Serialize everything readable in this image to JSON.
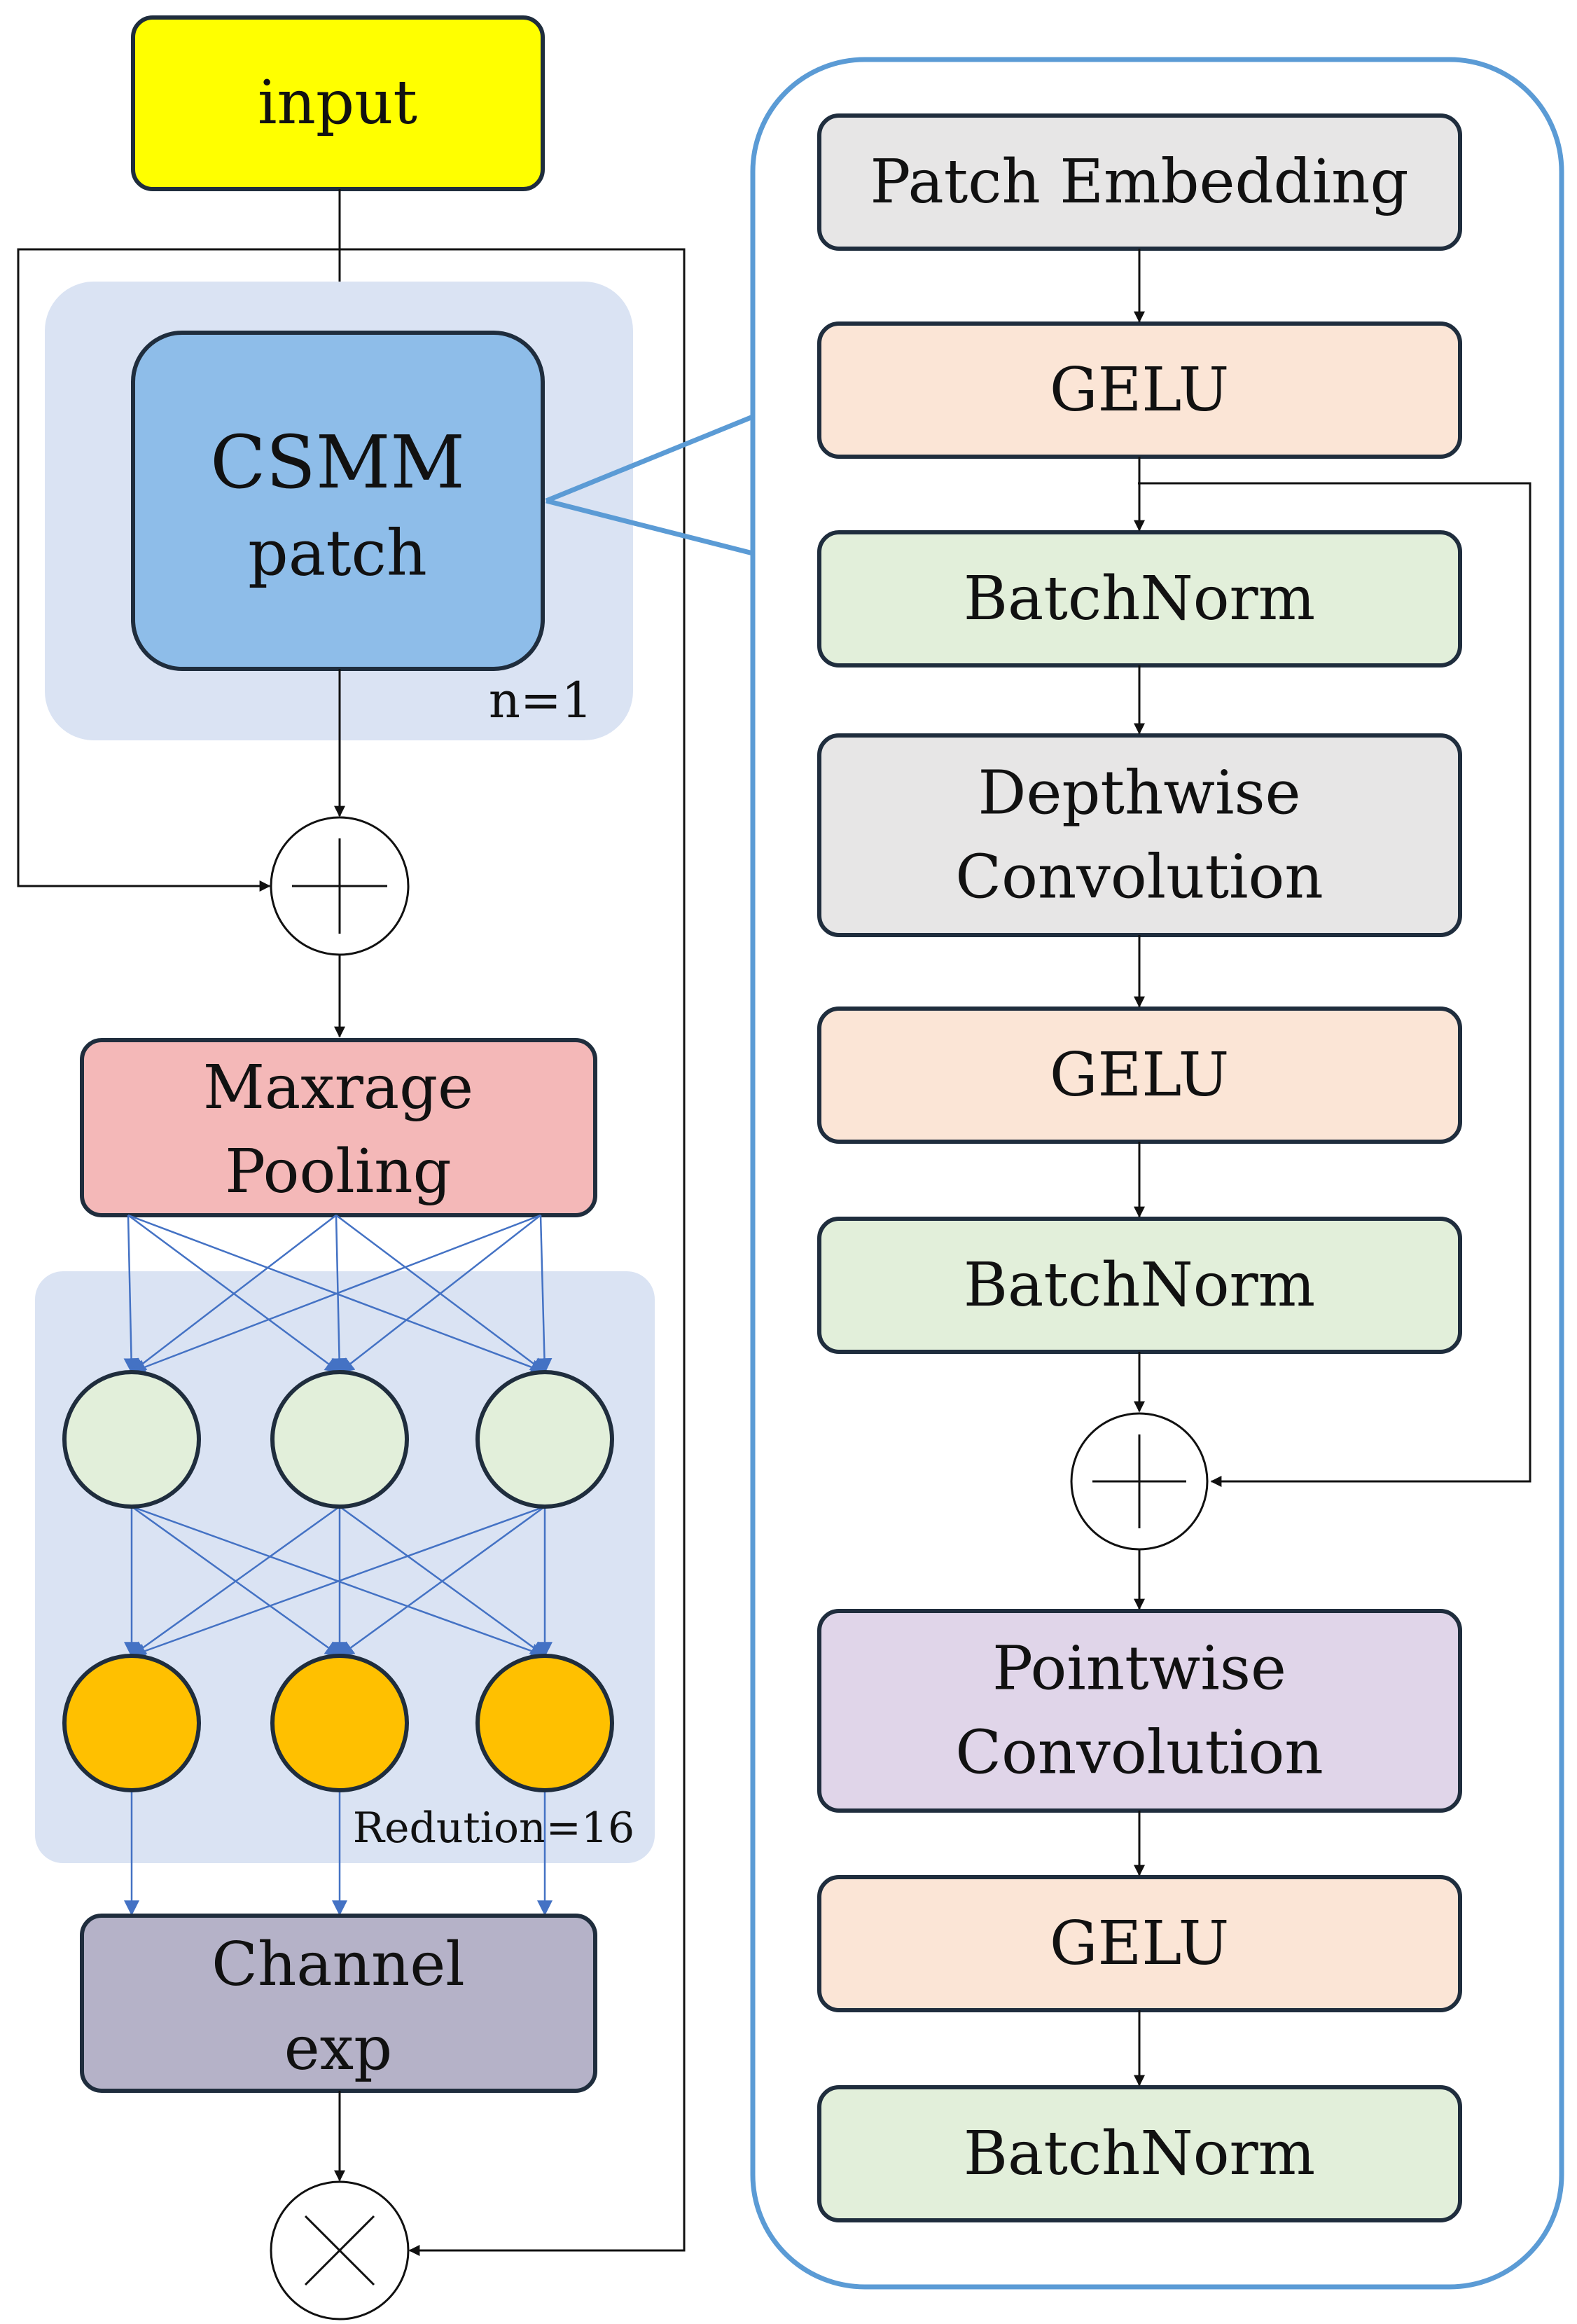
{
  "left": {
    "input": "input",
    "csmm": {
      "line1": "CSMM",
      "line2": "patch"
    },
    "repeat": "n=1",
    "pooling": {
      "line1": "Maxrage",
      "line2": "Pooling"
    },
    "reduction": "Redution=16",
    "channel": {
      "line1": "Channel",
      "line2": "exp"
    }
  },
  "right": {
    "blocks": [
      {
        "lines": [
          "Patch Embedding"
        ]
      },
      {
        "lines": [
          "GELU"
        ]
      },
      {
        "lines": [
          "BatchNorm"
        ]
      },
      {
        "lines": [
          "Depthwise",
          "Convolution"
        ]
      },
      {
        "lines": [
          "GELU"
        ]
      },
      {
        "lines": [
          "BatchNorm"
        ]
      },
      {
        "lines": [
          "Pointwise",
          "Convolution"
        ]
      },
      {
        "lines": [
          "GELU"
        ]
      },
      {
        "lines": [
          "BatchNorm"
        ]
      }
    ]
  },
  "colors": {
    "input": "#ffff00",
    "csmm": "#8ebde9",
    "group_bg": "#dae3f3",
    "pooling": "#f4b8b8",
    "circle_green": "#e2efda",
    "circle_orange": "#ffc000",
    "channel": "#b5b2c8",
    "gray": "#e7e6e6",
    "gelu": "#fbe5d6",
    "batchnorm": "#e2efda",
    "pointwise": "#e0d5e9",
    "outline_blue": "#5b9bd5",
    "mlp_line": "#4472c4"
  }
}
